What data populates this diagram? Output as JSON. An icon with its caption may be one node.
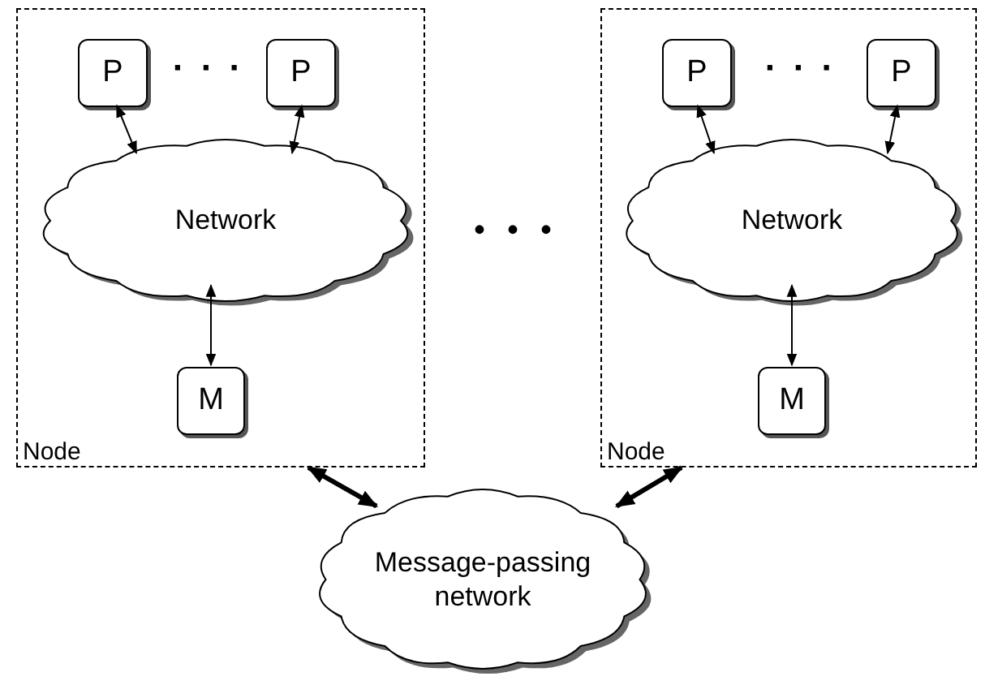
{
  "diagram": {
    "nodes": [
      {
        "text": [
          "Node"
        ]
      },
      {
        "text": [
          "P"
        ],
        "in": 0
      },
      {
        "text": [
          "P"
        ],
        "in": 0
      },
      {
        "text": [
          "Network"
        ],
        "in": 0
      },
      {
        "text": [
          "M"
        ],
        "in": 0
      },
      {
        "text": [
          "Node"
        ]
      },
      {
        "text": [
          "P"
        ],
        "in": 5
      },
      {
        "text": [
          "P"
        ],
        "in": 5
      },
      {
        "text": [
          "Network"
        ],
        "in": 5
      },
      {
        "text": [
          "M"
        ],
        "in": 5
      },
      {
        "text": [
          "Message-passing network"
        ]
      }
    ],
    "edges": [
      {
        "from": 1,
        "to": 3,
        "arrow": "both"
      },
      {
        "from": 2,
        "to": 3,
        "arrow": "both"
      },
      {
        "from": 3,
        "to": 4,
        "arrow": "both"
      },
      {
        "from": 6,
        "to": 8,
        "arrow": "both"
      },
      {
        "from": 7,
        "to": 8,
        "arrow": "both"
      },
      {
        "from": 8,
        "to": 9,
        "arrow": "both"
      },
      {
        "from": 0,
        "to": 10,
        "arrow": "both",
        "style": "thick"
      },
      {
        "from": 5,
        "to": 10,
        "arrow": "both",
        "style": "thick"
      }
    ],
    "labels": [
      "· · ·",
      "· · ·",
      "• • •"
    ]
  }
}
